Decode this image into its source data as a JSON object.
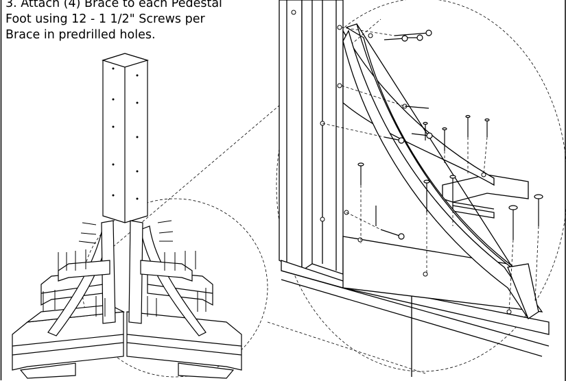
{
  "instructions": {
    "text": "3. Attach (4) Brace to each Pedestal\nFoot using 12 - 1 1/2\" Screws per\nBrace in predrilled holes."
  },
  "colors": {
    "line": "#000000",
    "background": "#ffffff",
    "panel_shade": "#f4f4f4"
  },
  "illustration": {
    "overview": "pedestal-with-braces",
    "detail": "brace-attachment-closeup",
    "callout": "dashed-magnifier-ellipses"
  }
}
